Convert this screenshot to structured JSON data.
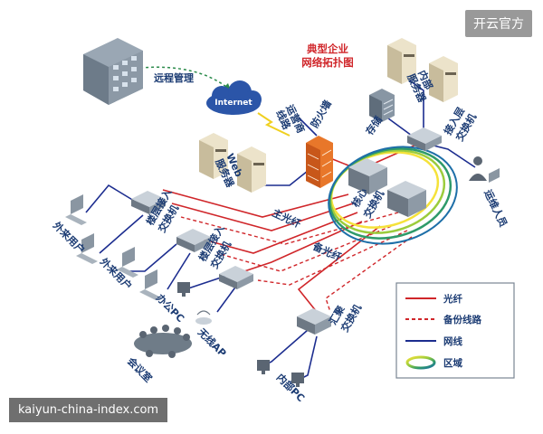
{
  "brand_label": "开云官方",
  "watermark": "kaiyun-china-index.com",
  "title_lines": [
    "典型企业",
    "网络拓扑图"
  ],
  "labels": {
    "remote": "远程管理",
    "internet": "Internet",
    "isp": [
      "运营商",
      "线路"
    ],
    "firewall": "防火墙",
    "web": [
      "Web",
      "服务器"
    ],
    "internal_server": [
      "内部",
      "服务器"
    ],
    "storage": "存储",
    "access_switch": [
      "接入层",
      "交换机"
    ],
    "ops": "运维人员",
    "core": [
      "核心",
      "交换机"
    ],
    "floor_switch_1": [
      "楼层接入",
      "交换机"
    ],
    "floor_switch_2": [
      "楼层接入",
      "交换机"
    ],
    "main_fiber": "主光纤",
    "backup_fiber": "备光纤",
    "guest1": "外来用户",
    "guest2": "外来用户",
    "office_pc": "办公PC",
    "wireless": "无线AP",
    "meeting": "会议室",
    "agg_switch": [
      "汇聚",
      "交换机"
    ],
    "internal_pc": "内部PC"
  },
  "legend": [
    {
      "label": "光纤",
      "style": "solid",
      "color": "#d0262a"
    },
    {
      "label": "备份线路",
      "style": "dashed",
      "color": "#d0262a"
    },
    {
      "label": "网线",
      "style": "solid",
      "color": "#1c2d8f"
    },
    {
      "label": "区域",
      "style": "ring",
      "color": "#7fbf3f"
    }
  ],
  "colors": {
    "fiber": "#d0262a",
    "cable": "#1c2d8f",
    "switch": "#8e9aa6",
    "server": "#e8dcc0",
    "building": "#7c8a98",
    "firewall": "#e8772a",
    "title": "#d0262a",
    "label": "#1b3b73"
  }
}
